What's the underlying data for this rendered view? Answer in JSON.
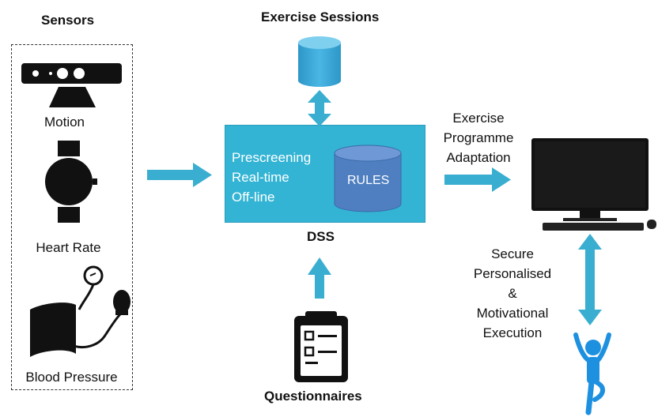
{
  "sensors": {
    "title": "Sensors",
    "items": [
      {
        "label": "Motion",
        "icon": "motion-sensor-icon"
      },
      {
        "label": "Heart Rate",
        "icon": "smartwatch-icon"
      },
      {
        "label": "Blood Pressure",
        "icon": "blood-pressure-cuff-icon"
      }
    ]
  },
  "exercise_sessions": {
    "label": "Exercise Sessions",
    "icon": "database-icon"
  },
  "dss": {
    "label": "DSS",
    "lines": [
      "Prescreening",
      "Real-time",
      "Off-line"
    ],
    "rules_label": "RULES"
  },
  "questionnaires": {
    "label": "Questionnaires",
    "icon": "clipboard-icon"
  },
  "adaptation": {
    "lines": [
      "Exercise",
      "Programme",
      "Adaptation"
    ]
  },
  "execution": {
    "lines": [
      "Secure",
      "Personalised",
      "&",
      "Motivational",
      "Execution"
    ]
  },
  "colors": {
    "arrow": "#3aaed0",
    "dss_box": "#33b4d4",
    "database": "#3da8d8",
    "rules_db": "#4f7fc0",
    "person": "#1e90e0",
    "icon": "#111111"
  }
}
